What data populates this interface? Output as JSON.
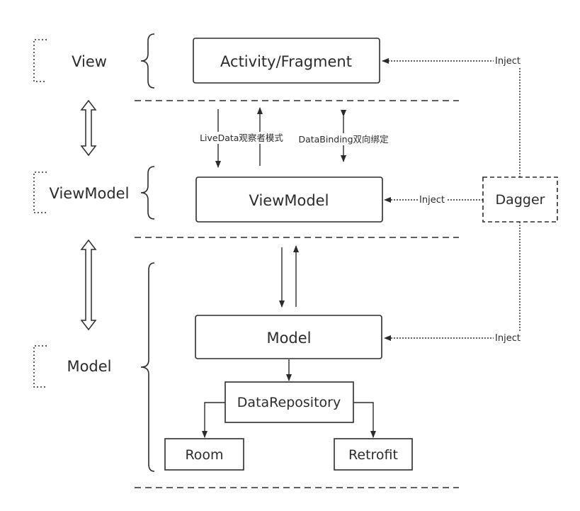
{
  "layers": {
    "view": "View",
    "viewmodel": "ViewModel",
    "model": "Model"
  },
  "boxes": {
    "activity_fragment": "Activity/Fragment",
    "viewmodel": "ViewModel",
    "model": "Model",
    "data_repository": "DataRepository",
    "room": "Room",
    "retrofit": "Retrofit",
    "dagger": "Dagger"
  },
  "arrow_labels": {
    "livedata": "LiveData观察者模式",
    "databinding": "DataBinding双向绑定",
    "inject_view": "Inject",
    "inject_viewmodel": "Inject",
    "inject_model": "Inject"
  }
}
